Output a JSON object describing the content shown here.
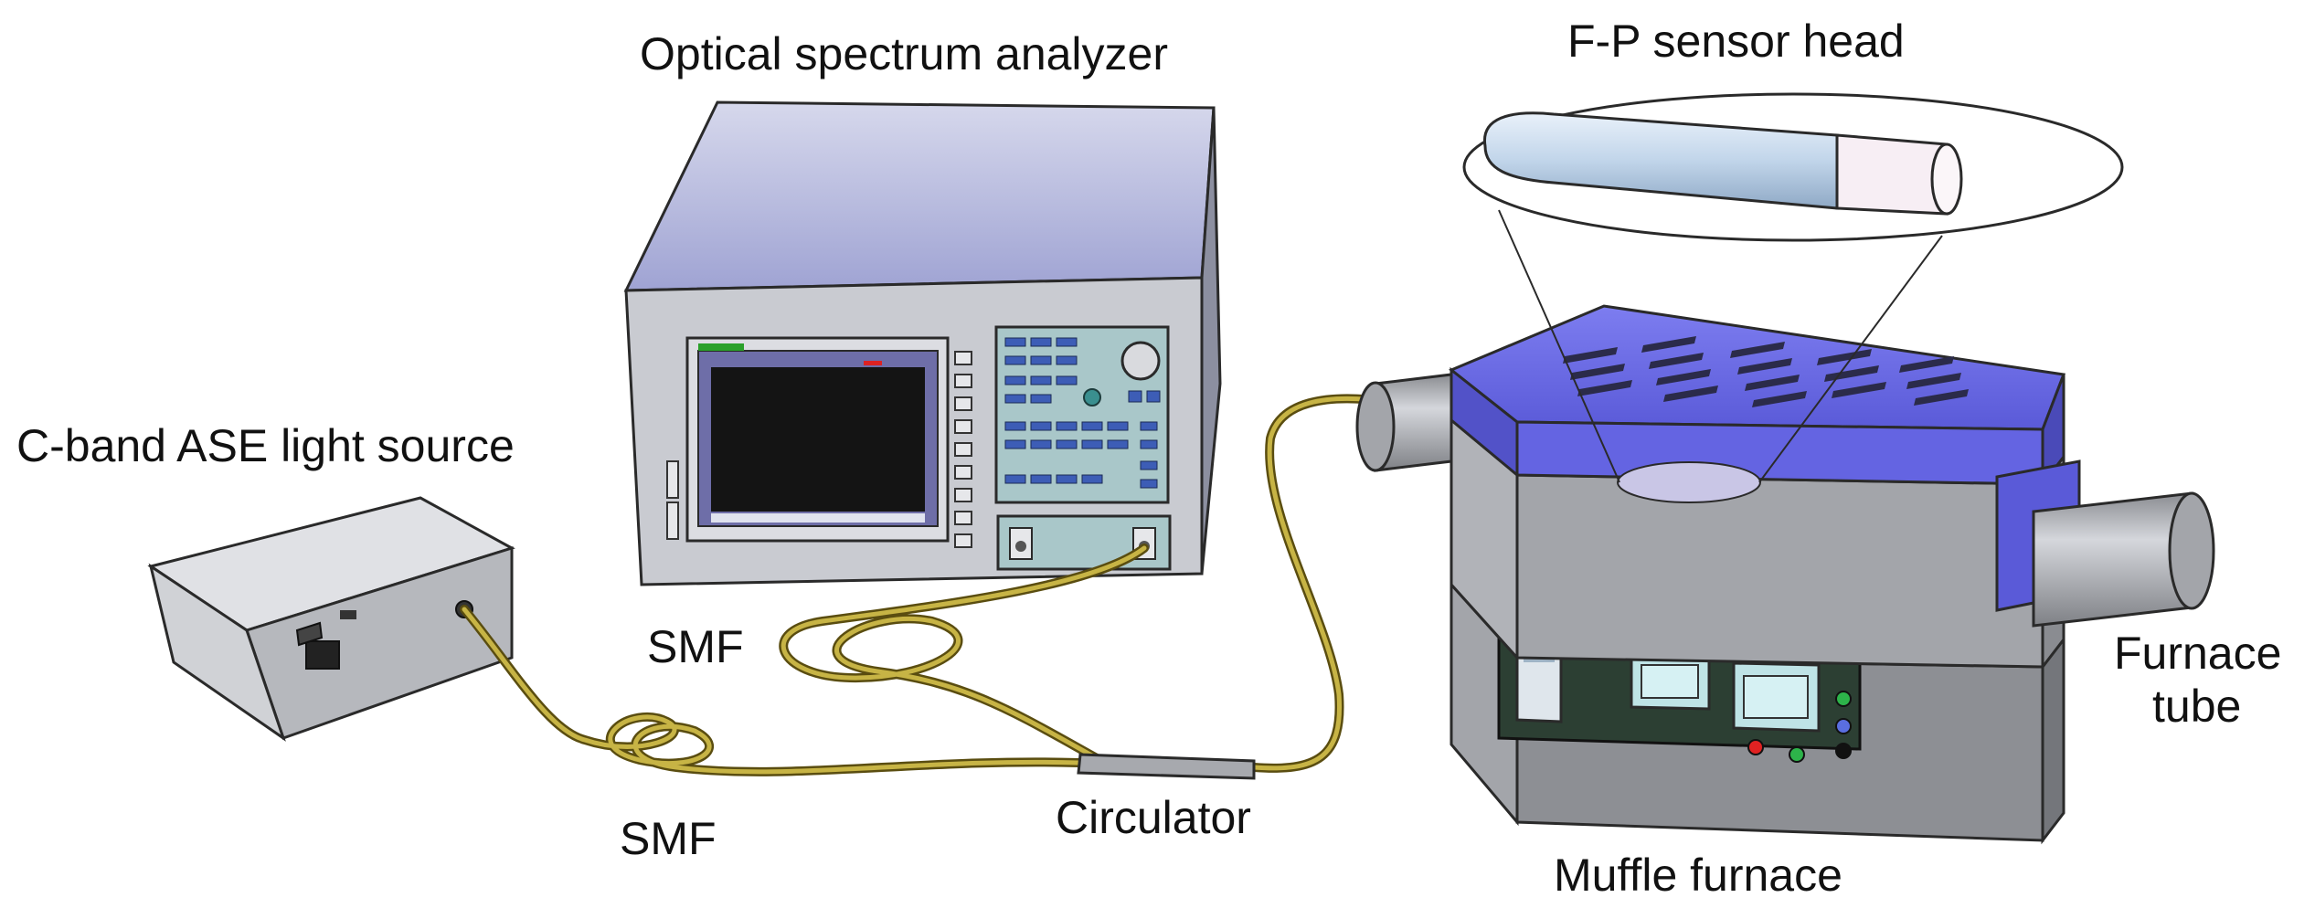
{
  "labels": {
    "osa": "Optical spectrum analyzer",
    "fp_head": "F-P sensor head",
    "ase": "C-band ASE light source",
    "smf_upper": "SMF",
    "smf_lower": "SMF",
    "circulator": "Circulator",
    "furnace_tube_1": "Furnace",
    "furnace_tube_2": "tube",
    "muffle": "Muffle furnace"
  },
  "colors": {
    "outline": "#2a2a2a",
    "device_gray": "#c7c9cf",
    "device_gray_dark": "#9ea1a8",
    "osa_top": "#b3b6d8",
    "screen": "#141414",
    "screen_frame": "#6e6ea8",
    "keypad": "#a9c7c9",
    "furnace_blue": "#6868e6",
    "furnace_gray": "#a3a5aa",
    "furnace_front": "#8d8f94",
    "panel": "#2c3f33",
    "fiber": "#b8a63a",
    "fiber_dark": "#5a4d10",
    "sensor_glass": "#c3d6ea"
  }
}
